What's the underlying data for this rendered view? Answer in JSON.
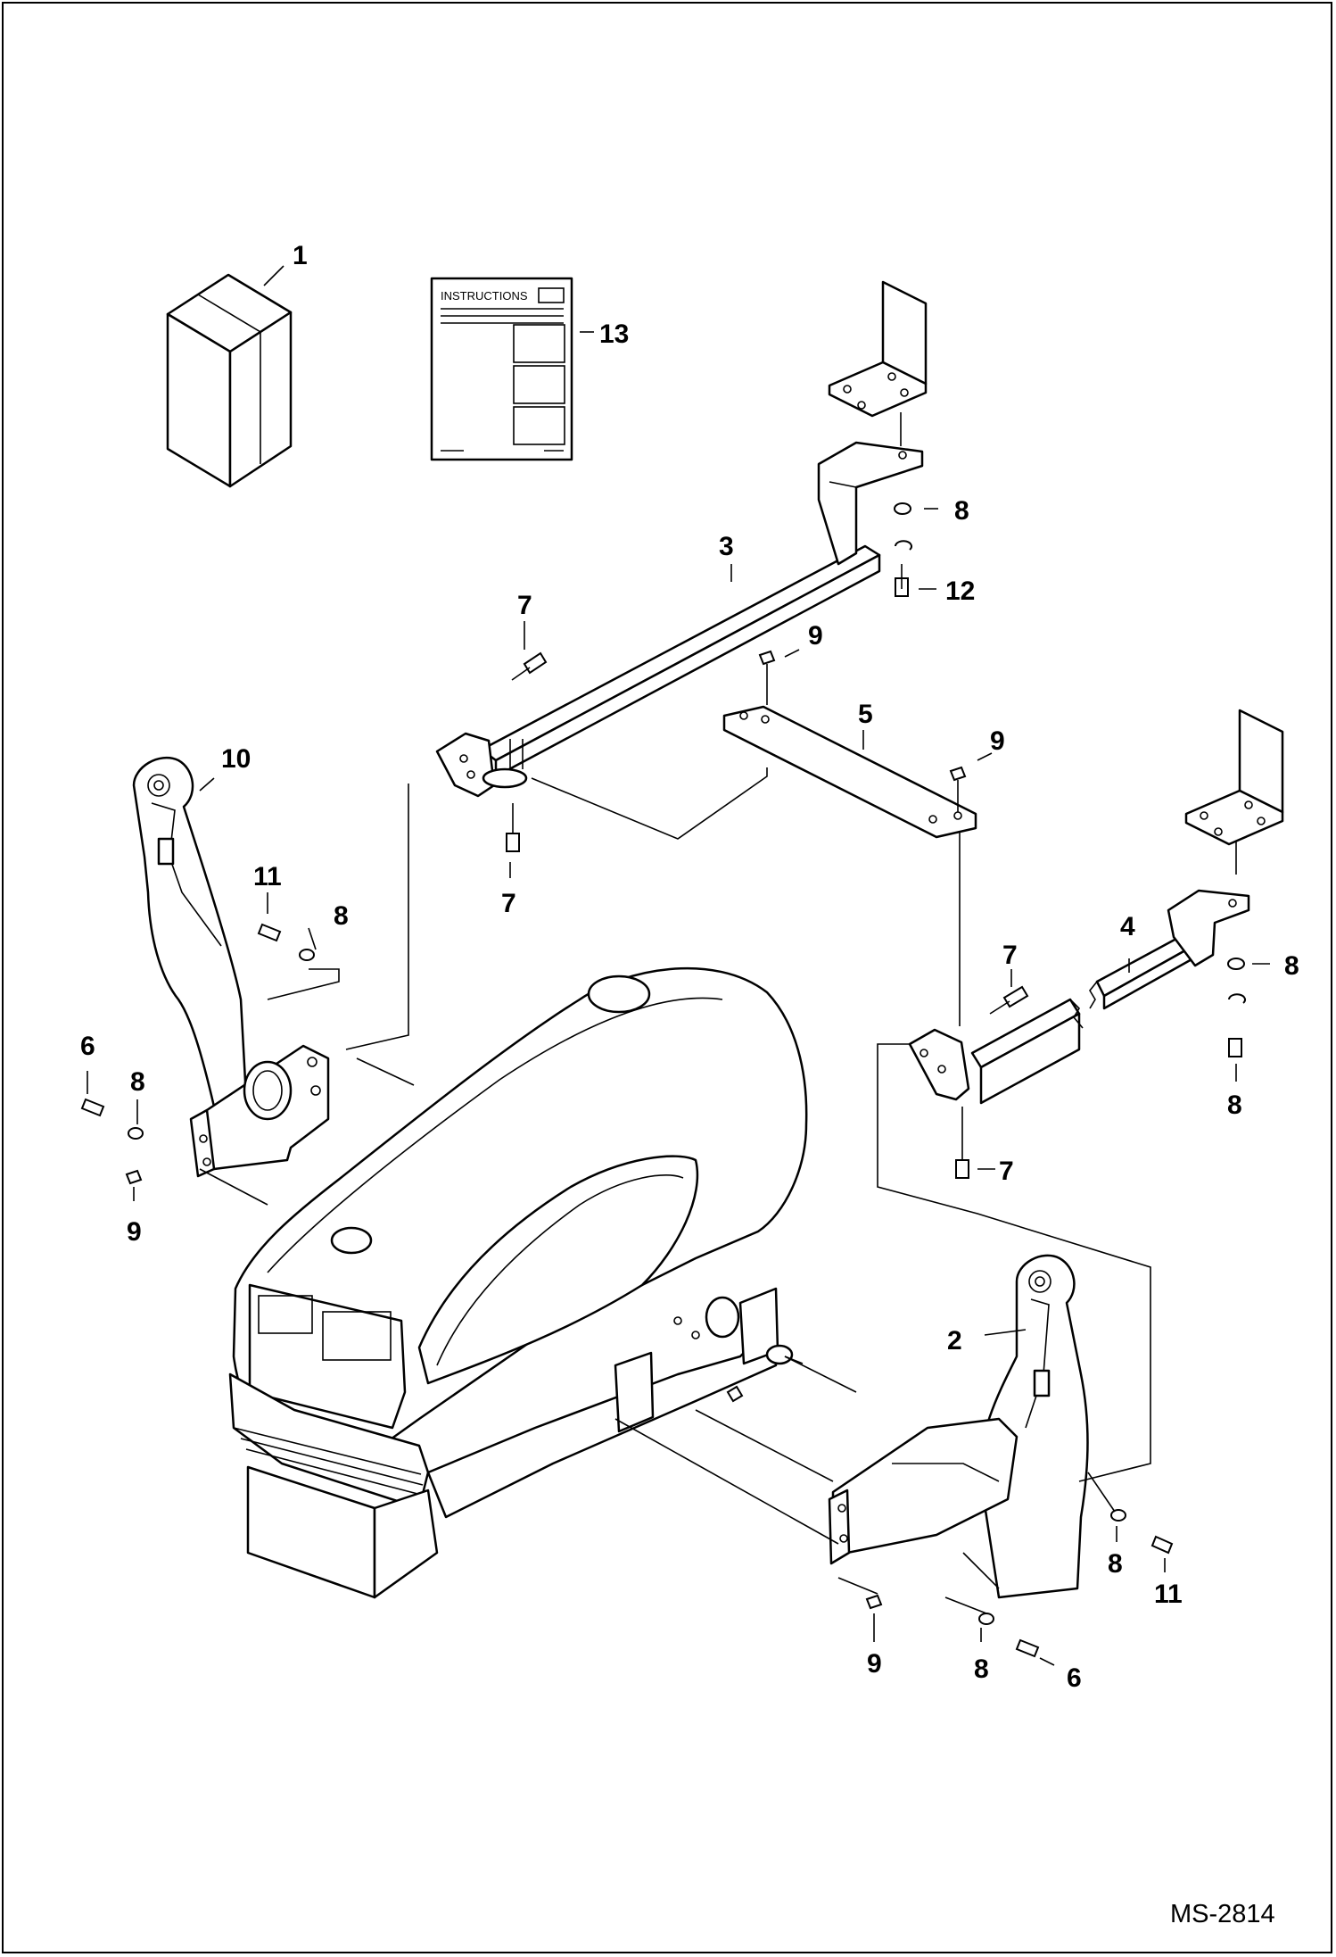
{
  "diagram": {
    "drawing_id": "MS-2814",
    "instructions_title": "INSTRUCTIONS",
    "callouts": [
      {
        "id": "c1",
        "label": "1"
      },
      {
        "id": "c13",
        "label": "13"
      },
      {
        "id": "c3",
        "label": "3"
      },
      {
        "id": "c8a",
        "label": "8"
      },
      {
        "id": "c12",
        "label": "12"
      },
      {
        "id": "c7a",
        "label": "7"
      },
      {
        "id": "c9a",
        "label": "9"
      },
      {
        "id": "c5",
        "label": "5"
      },
      {
        "id": "c9b",
        "label": "9"
      },
      {
        "id": "c10",
        "label": "10"
      },
      {
        "id": "c7b",
        "label": "7"
      },
      {
        "id": "c11a",
        "label": "11"
      },
      {
        "id": "c8b",
        "label": "8"
      },
      {
        "id": "c4",
        "label": "4"
      },
      {
        "id": "c7c",
        "label": "7"
      },
      {
        "id": "c8c",
        "label": "8"
      },
      {
        "id": "c6a",
        "label": "6"
      },
      {
        "id": "c8d",
        "label": "8"
      },
      {
        "id": "c8e",
        "label": "8"
      },
      {
        "id": "c9c",
        "label": "9"
      },
      {
        "id": "c7d",
        "label": "7"
      },
      {
        "id": "c2",
        "label": "2"
      },
      {
        "id": "c8f",
        "label": "8"
      },
      {
        "id": "c11b",
        "label": "11"
      },
      {
        "id": "c9d",
        "label": "9"
      },
      {
        "id": "c8g",
        "label": "8"
      },
      {
        "id": "c6b",
        "label": "6"
      }
    ]
  }
}
